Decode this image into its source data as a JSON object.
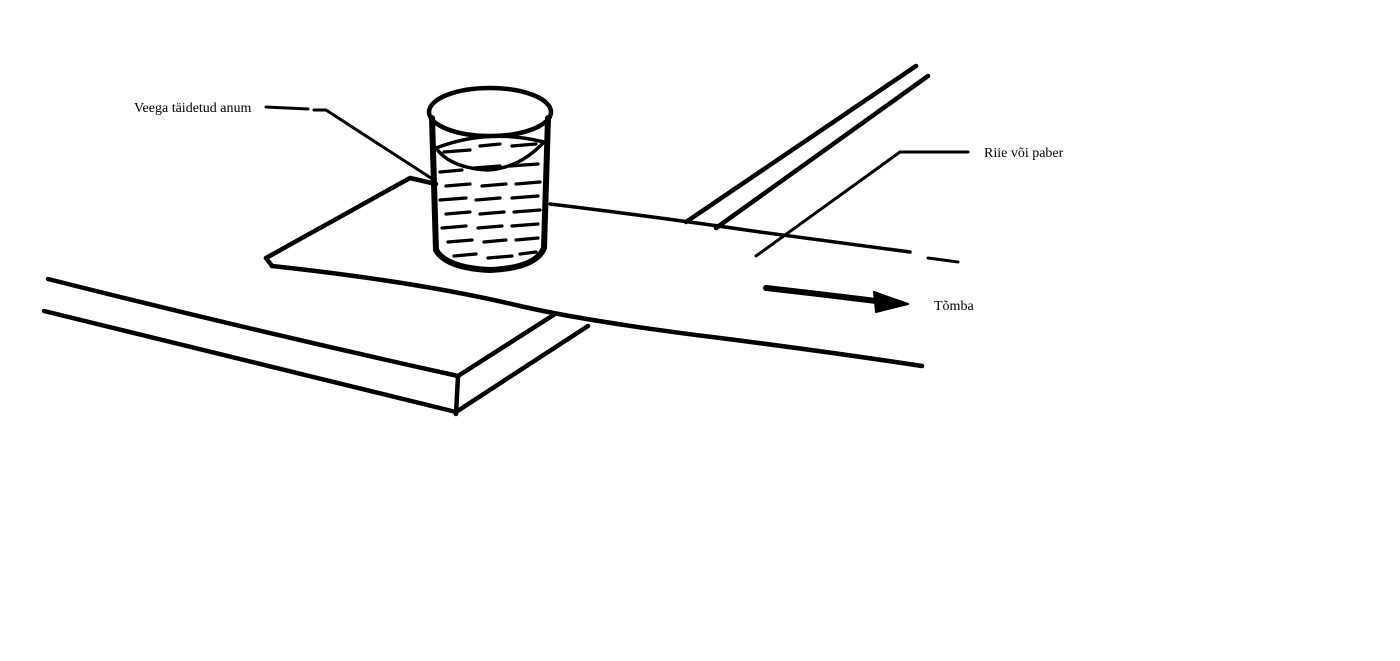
{
  "labels": {
    "container": "Veega täidetud anum",
    "cloth": "Riie või paber",
    "pull": "Tõmba"
  },
  "colors": {
    "ink": "#000000",
    "background": "#ffffff"
  }
}
